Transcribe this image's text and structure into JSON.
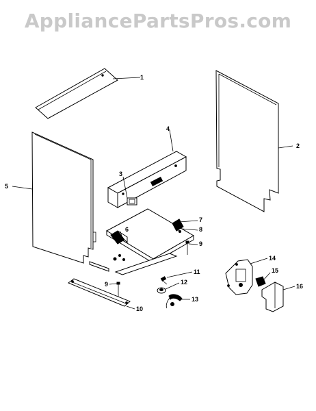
{
  "watermark": "AppliancePartsPros.com",
  "callouts": [
    {
      "id": "1",
      "label": "1"
    },
    {
      "id": "2",
      "label": "2"
    },
    {
      "id": "3",
      "label": "3"
    },
    {
      "id": "4",
      "label": "4"
    },
    {
      "id": "5",
      "label": "5"
    },
    {
      "id": "6",
      "label": "6"
    },
    {
      "id": "7",
      "label": "7"
    },
    {
      "id": "8",
      "label": "8"
    },
    {
      "id": "9a",
      "label": "9"
    },
    {
      "id": "9b",
      "label": "9"
    },
    {
      "id": "10",
      "label": "10"
    },
    {
      "id": "11",
      "label": "11"
    },
    {
      "id": "12",
      "label": "12"
    },
    {
      "id": "13",
      "label": "13"
    },
    {
      "id": "14",
      "label": "14"
    },
    {
      "id": "15",
      "label": "15"
    },
    {
      "id": "16",
      "label": "16"
    }
  ]
}
